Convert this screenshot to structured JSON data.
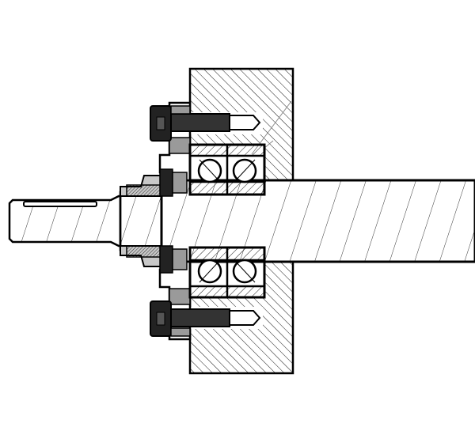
{
  "drawing": {
    "kind": "mechanical cross-section",
    "components": [
      "housing",
      "shaft",
      "angular-contact-ball-bearing-pair",
      "bearing-cover",
      "lock-nut",
      "cap-screw-upper",
      "cap-screw-lower",
      "keyway"
    ]
  },
  "colors": {
    "line": "#000000",
    "background": "#ffffff",
    "hatch": "#000000",
    "dark_fill": "#222222",
    "grey_fill": "#9a9a9a",
    "light_grey_fill": "#c8c8c8",
    "thin_line": "#888888"
  }
}
